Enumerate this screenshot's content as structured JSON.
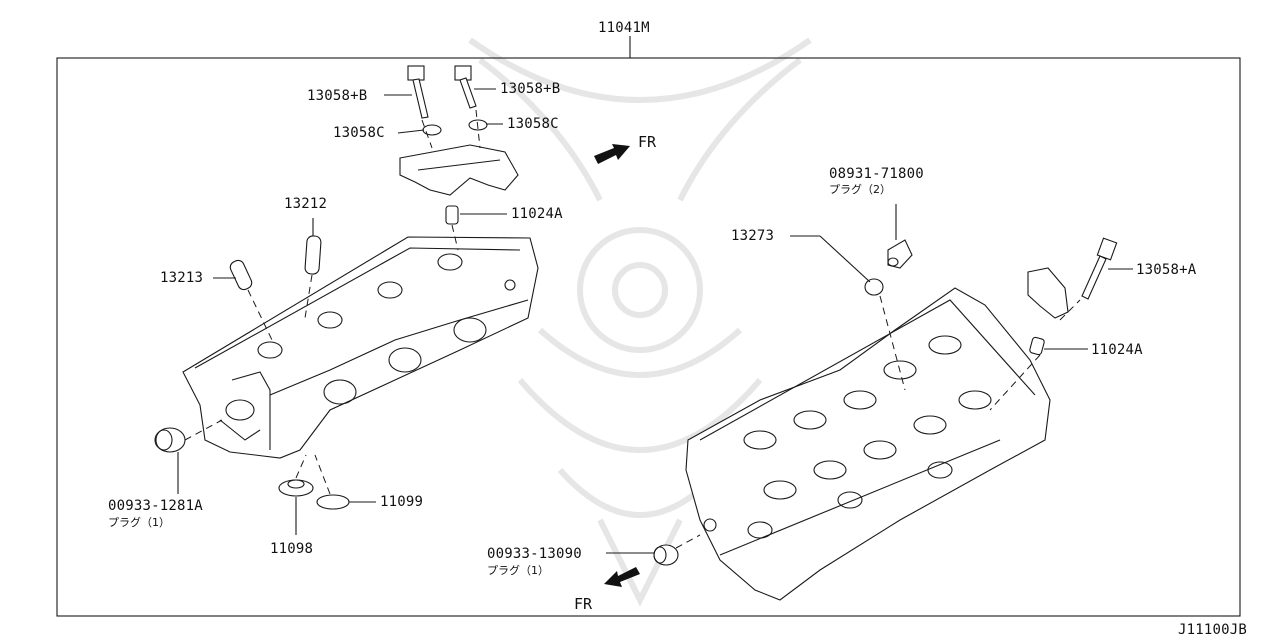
{
  "diagram": {
    "top_part_number": "11041M",
    "reference_code": "J11100JB",
    "direction_labels": [
      "FR",
      "FR"
    ],
    "callouts": [
      {
        "id": "13058B-left",
        "part": "13058+B"
      },
      {
        "id": "13058B-right",
        "part": "13058+B"
      },
      {
        "id": "13058C-left",
        "part": "13058C"
      },
      {
        "id": "13058C-right",
        "part": "13058C"
      },
      {
        "id": "11024A-top",
        "part": "11024A"
      },
      {
        "id": "13212",
        "part": "13212"
      },
      {
        "id": "13213",
        "part": "13213"
      },
      {
        "id": "00933-1281A",
        "part": "00933-1281A",
        "note": "プラグ（1）"
      },
      {
        "id": "11099",
        "part": "11099"
      },
      {
        "id": "11098",
        "part": "11098"
      },
      {
        "id": "08931-71800",
        "part": "08931-71800",
        "note": "プラグ（2）"
      },
      {
        "id": "13273",
        "part": "13273"
      },
      {
        "id": "13058A",
        "part": "13058+A"
      },
      {
        "id": "11024A-right",
        "part": "11024A"
      },
      {
        "id": "00933-13090",
        "part": "00933-13090",
        "note": "プラグ（1）"
      }
    ]
  }
}
